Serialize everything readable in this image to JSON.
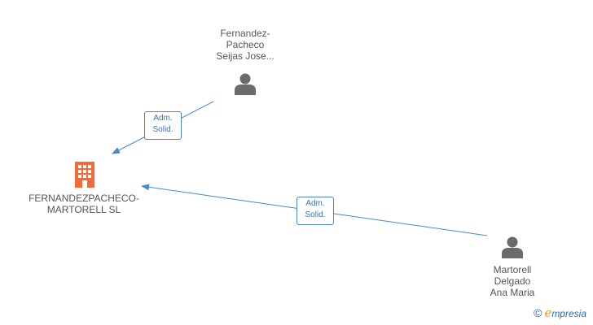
{
  "nodes": {
    "company": {
      "lines": [
        "FERNANDEZPACHECO-",
        "MARTORELL SL"
      ],
      "icon": "building-icon",
      "color": "#f26b3a"
    },
    "person1": {
      "lines": [
        "Fernandez-",
        "Pacheco",
        "Seijas Jose..."
      ],
      "icon": "person-icon",
      "color": "#6b6b6b"
    },
    "person2": {
      "lines": [
        "Martorell",
        "Delgado",
        "Ana Maria"
      ],
      "icon": "person-icon",
      "color": "#6b6b6b"
    }
  },
  "edges": [
    {
      "from": "person1",
      "to": "company",
      "label": [
        "Adm.",
        "Solid."
      ]
    },
    {
      "from": "person2",
      "to": "company",
      "label": [
        "Adm.",
        "Solid."
      ]
    }
  ],
  "colors": {
    "edge": "#4a86c8",
    "label_text": "#555555"
  },
  "watermark": {
    "symbol": "©",
    "brand_initial": "e",
    "brand_rest": "mpresia"
  }
}
